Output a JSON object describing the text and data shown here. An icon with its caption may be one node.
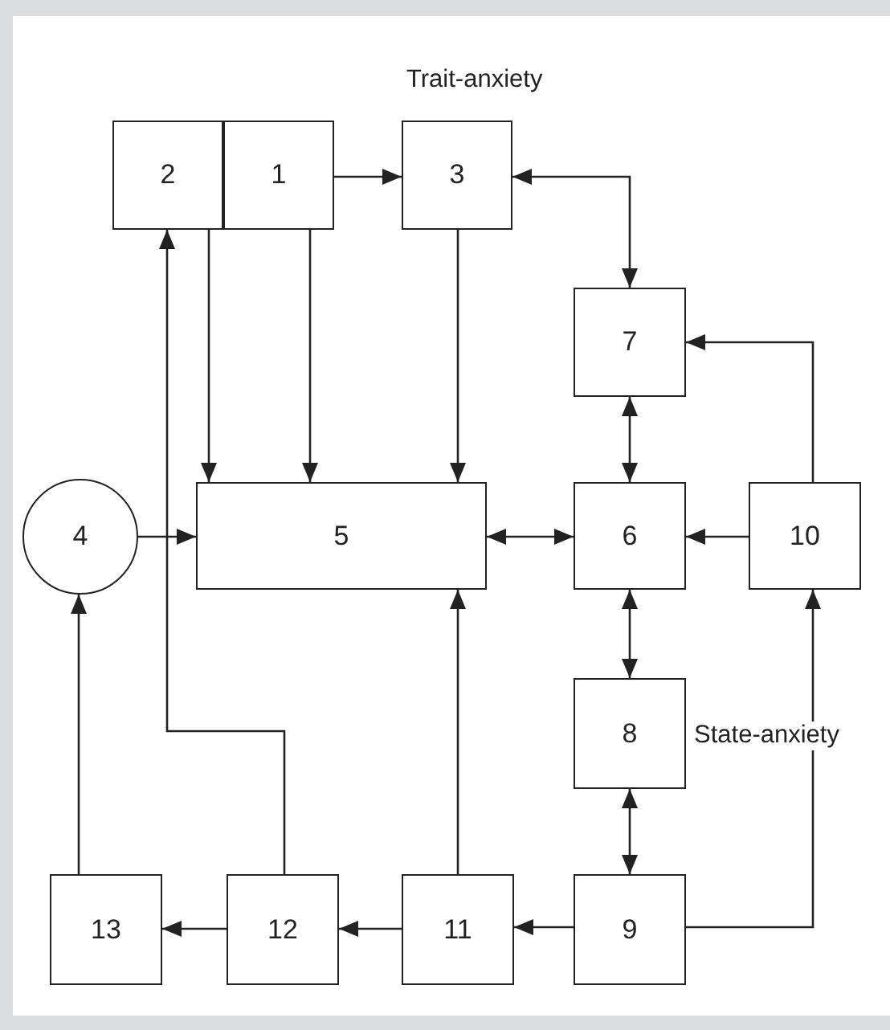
{
  "diagram": {
    "nodes": [
      {
        "text": [
          "1"
        ]
      },
      {
        "text": [
          "2"
        ]
      },
      {
        "text": [
          "3"
        ]
      },
      {
        "text": [
          "4"
        ]
      },
      {
        "text": [
          "5"
        ]
      },
      {
        "text": [
          "6"
        ]
      },
      {
        "text": [
          "7"
        ]
      },
      {
        "text": [
          "8"
        ]
      },
      {
        "text": [
          "9"
        ]
      },
      {
        "text": [
          "10"
        ]
      },
      {
        "text": [
          "11"
        ]
      },
      {
        "text": [
          "12"
        ]
      },
      {
        "text": [
          "13"
        ]
      }
    ],
    "edges": [
      {
        "from": 0,
        "to": 2,
        "arrow": "to"
      },
      {
        "from": 2,
        "to": 6,
        "arrow": "both"
      },
      {
        "from": 1,
        "to": 4,
        "arrow": "to"
      },
      {
        "from": 0,
        "to": 4,
        "arrow": "to"
      },
      {
        "from": 2,
        "to": 4,
        "arrow": "to"
      },
      {
        "from": 6,
        "to": 5,
        "arrow": "both"
      },
      {
        "from": 9,
        "to": 6,
        "arrow": "to"
      },
      {
        "from": 3,
        "to": 4,
        "arrow": "to"
      },
      {
        "from": 4,
        "to": 5,
        "arrow": "both"
      },
      {
        "from": 9,
        "to": 5,
        "arrow": "to"
      },
      {
        "from": 5,
        "to": 7,
        "arrow": "both"
      },
      {
        "from": 7,
        "to": 8,
        "arrow": "both"
      },
      {
        "from": 8,
        "to": 10,
        "arrow": "to"
      },
      {
        "from": 10,
        "to": 11,
        "arrow": "to"
      },
      {
        "from": 11,
        "to": 12,
        "arrow": "to"
      },
      {
        "from": 8,
        "to": 9,
        "arrow": "to"
      },
      {
        "from": 10,
        "to": 4,
        "arrow": "to"
      },
      {
        "from": 11,
        "to": 1,
        "arrow": "to"
      },
      {
        "from": 12,
        "to": 3,
        "arrow": "to"
      }
    ],
    "labels": [
      "Trait-anxiety",
      "State-anxiety"
    ]
  }
}
